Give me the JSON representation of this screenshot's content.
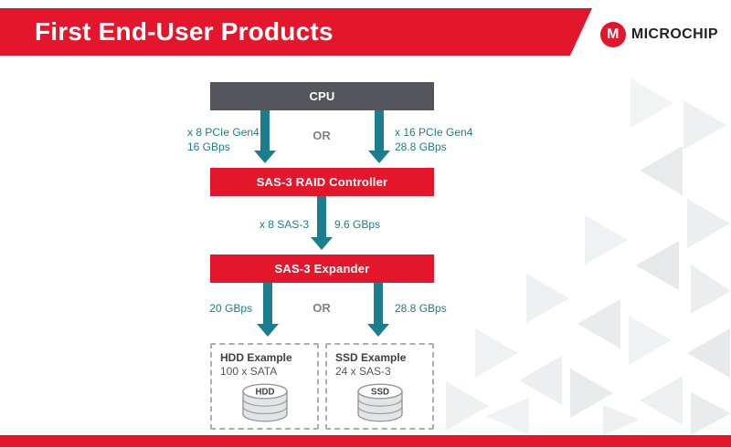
{
  "header": {
    "title": "First End-User Products",
    "brand": "MICROCHIP",
    "logo_letter": "M"
  },
  "colors": {
    "brand_red": "#E4162B",
    "cpu_box_gray": "#55565B",
    "arrow_teal": "#1A7E8E",
    "or_gray": "#808285",
    "pattern_gray": "#EBEDEE"
  },
  "diagram": {
    "cpu": {
      "label": "CPU"
    },
    "cpu_links": {
      "left_line1": "x 8 PCIe Gen4",
      "left_line2": "16 GBps",
      "or": "OR",
      "right_line1": "x 16 PCIe Gen4",
      "right_line2": "28.8 GBps"
    },
    "raid": {
      "label": "SAS-3 RAID Controller"
    },
    "raid_links": {
      "left": "x 8 SAS-3",
      "right": "9.6 GBps"
    },
    "expander": {
      "label": "SAS-3 Expander"
    },
    "expander_links": {
      "left": "20 GBps",
      "or": "OR",
      "right": "28.8 GBps"
    },
    "hdd": {
      "title": "HDD Example",
      "subtitle": "100 x SATA",
      "disk_label": "HDD"
    },
    "ssd": {
      "title": "SSD Example",
      "subtitle": "24 x SAS-3",
      "disk_label": "SSD"
    }
  }
}
